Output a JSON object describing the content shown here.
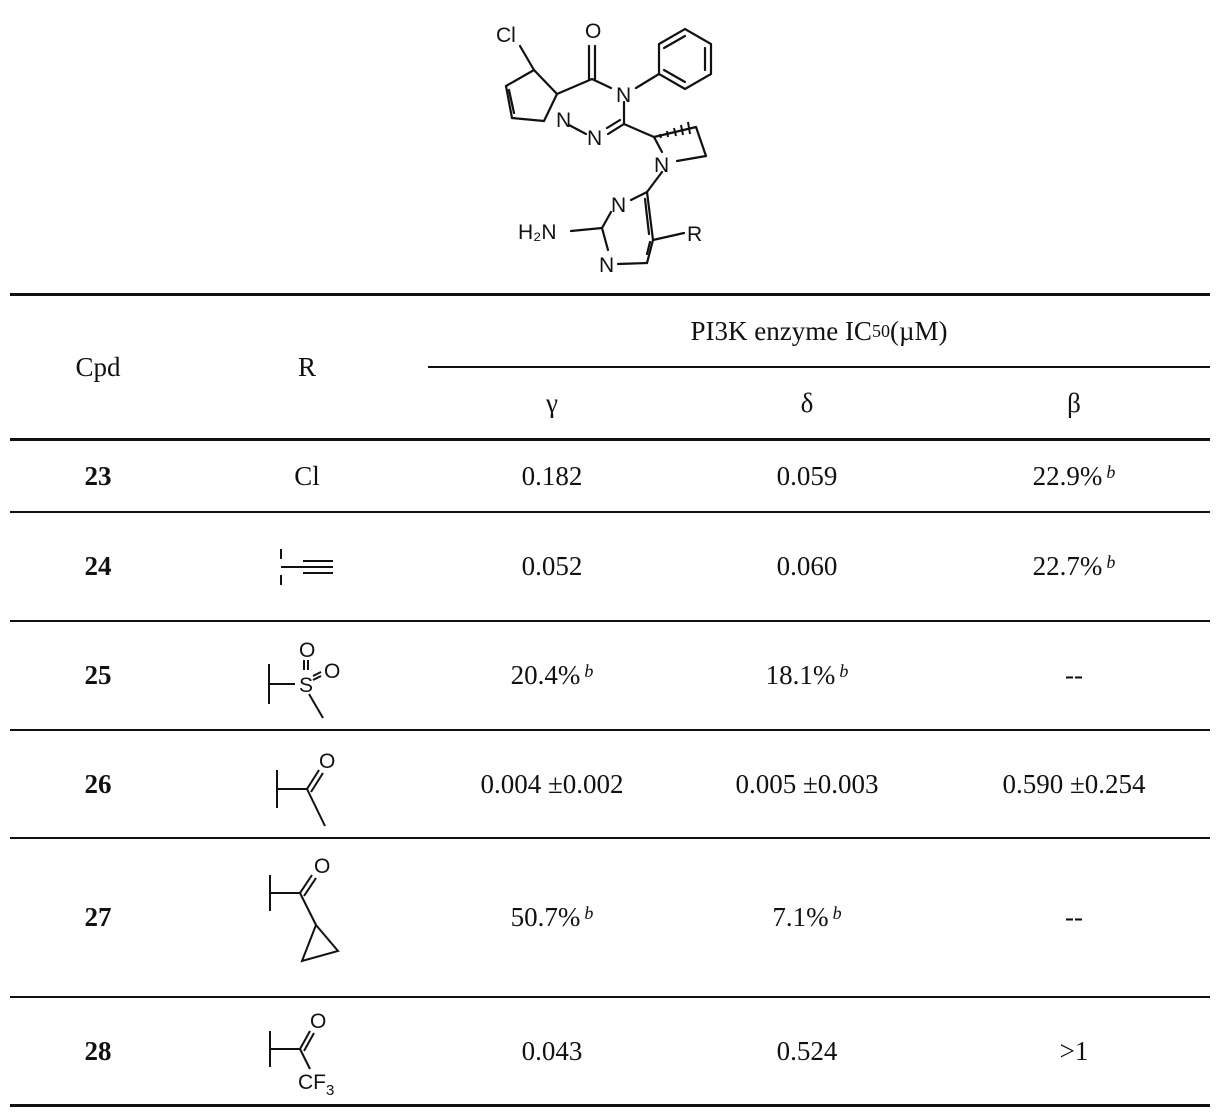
{
  "structure": {
    "atoms": {
      "cl": "Cl",
      "o": "O",
      "n3": "N",
      "n1": "N",
      "n2": "N",
      "n_azetidine": "N",
      "n_pyr_top": "N",
      "n_pyr_bottom": "N",
      "h2n": "H₂N",
      "r": "R"
    }
  },
  "table": {
    "header": {
      "cpd": "Cpd",
      "r": "R",
      "group_prefix": "PI3K enzyme IC",
      "group_sub": "50",
      "group_suffix": " (µM)",
      "gamma": "γ",
      "delta": "δ",
      "beta": "β"
    },
    "footnote_mark": "b",
    "rows": [
      {
        "cpd": "23",
        "r": "Cl",
        "gamma": "0.182",
        "delta": "0.059",
        "beta": "22.9%",
        "beta_note": "b"
      },
      {
        "cpd": "24",
        "r": "",
        "gamma": "0.052",
        "delta": "0.060",
        "beta": "22.7%",
        "beta_note": "b"
      },
      {
        "cpd": "25",
        "r": "",
        "r_atoms": {
          "s": "S",
          "o1": "O",
          "o2": "O"
        },
        "gamma": "20.4%",
        "gamma_note": "b",
        "delta": "18.1%",
        "delta_note": "b",
        "beta": "--"
      },
      {
        "cpd": "26",
        "r": "",
        "r_atoms": {
          "o": "O"
        },
        "gamma": "0.004 ±0.002",
        "delta": "0.005 ±0.003",
        "beta": "0.590 ±0.254"
      },
      {
        "cpd": "27",
        "r": "",
        "r_atoms": {
          "o": "O"
        },
        "gamma": "50.7%",
        "gamma_note": "b",
        "delta": "7.1%",
        "delta_note": "b",
        "beta": "--"
      },
      {
        "cpd": "28",
        "r": "",
        "r_atoms": {
          "o": "O",
          "cf3": "CF",
          "cf3_sub": "3"
        },
        "gamma": "0.043",
        "delta": "0.524",
        "beta": ">1"
      }
    ]
  }
}
